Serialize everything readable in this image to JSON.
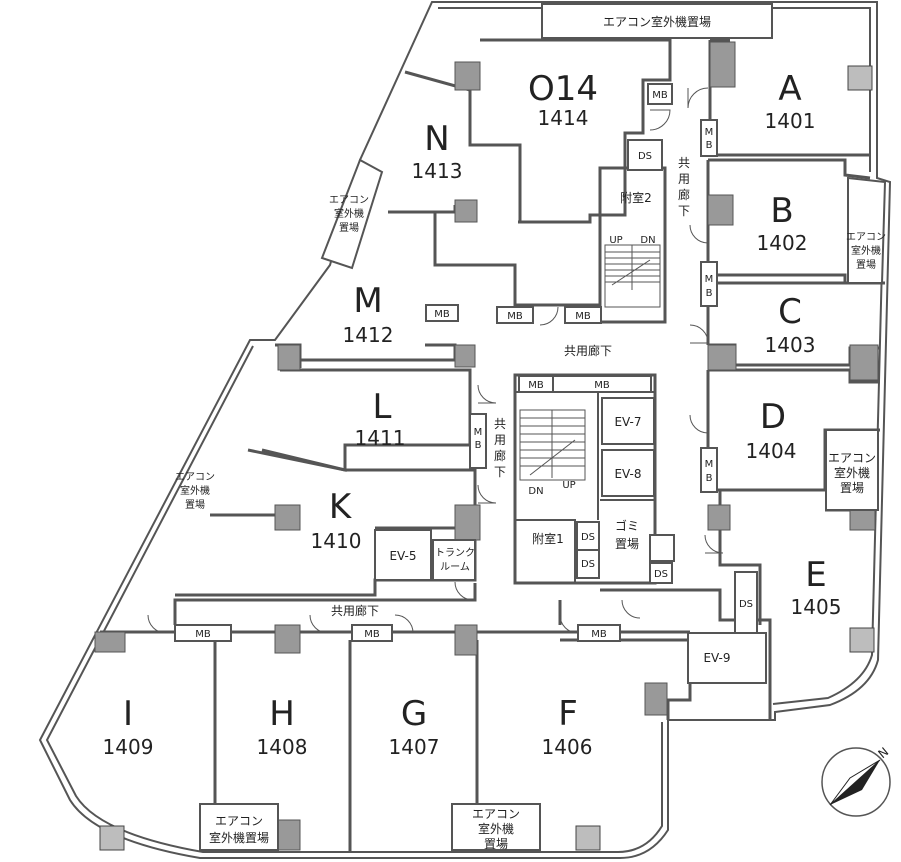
{
  "units": [
    {
      "id": "o14",
      "letter": "O14",
      "number": "1414"
    },
    {
      "id": "n",
      "letter": "N",
      "number": "1413"
    },
    {
      "id": "m",
      "letter": "M",
      "number": "1412"
    },
    {
      "id": "l",
      "letter": "L",
      "number": "1411"
    },
    {
      "id": "k",
      "letter": "K",
      "number": "1410"
    },
    {
      "id": "a",
      "letter": "A",
      "number": "1401"
    },
    {
      "id": "b",
      "letter": "B",
      "number": "1402"
    },
    {
      "id": "c",
      "letter": "C",
      "number": "1403"
    },
    {
      "id": "d",
      "letter": "D",
      "number": "1404"
    },
    {
      "id": "e",
      "letter": "E",
      "number": "1405"
    },
    {
      "id": "f",
      "letter": "F",
      "number": "1406"
    },
    {
      "id": "g",
      "letter": "G",
      "number": "1407"
    },
    {
      "id": "h",
      "letter": "H",
      "number": "1408"
    },
    {
      "id": "i",
      "letter": "I",
      "number": "1409"
    }
  ],
  "labels": {
    "ac_top": "エアコン室外機置場",
    "ac_line1": "エアコン",
    "ac_line2": "室外機",
    "ac_line3": "置場",
    "ac_line2b": "室外機置場",
    "corridor": "共用廊下",
    "corridor_v1": "共",
    "corridor_v2": "用",
    "corridor_v3": "廊",
    "corridor_v4": "下",
    "mb": "MB",
    "mb_v1": "M",
    "mb_v2": "B",
    "ds": "DS",
    "annex1": "附室1",
    "annex2": "附室2",
    "up": "UP",
    "dn": "DN",
    "ev5": "EV-5",
    "ev7": "EV-7",
    "ev8": "EV-8",
    "ev9": "EV-9",
    "trunk1": "トランク",
    "trunk2": "ルーム",
    "trash1": "ゴミ",
    "trash2": "置場",
    "north": "N"
  },
  "colors": {
    "wall": "#555555",
    "column": "#999999",
    "pad": "#bdbdbd"
  }
}
